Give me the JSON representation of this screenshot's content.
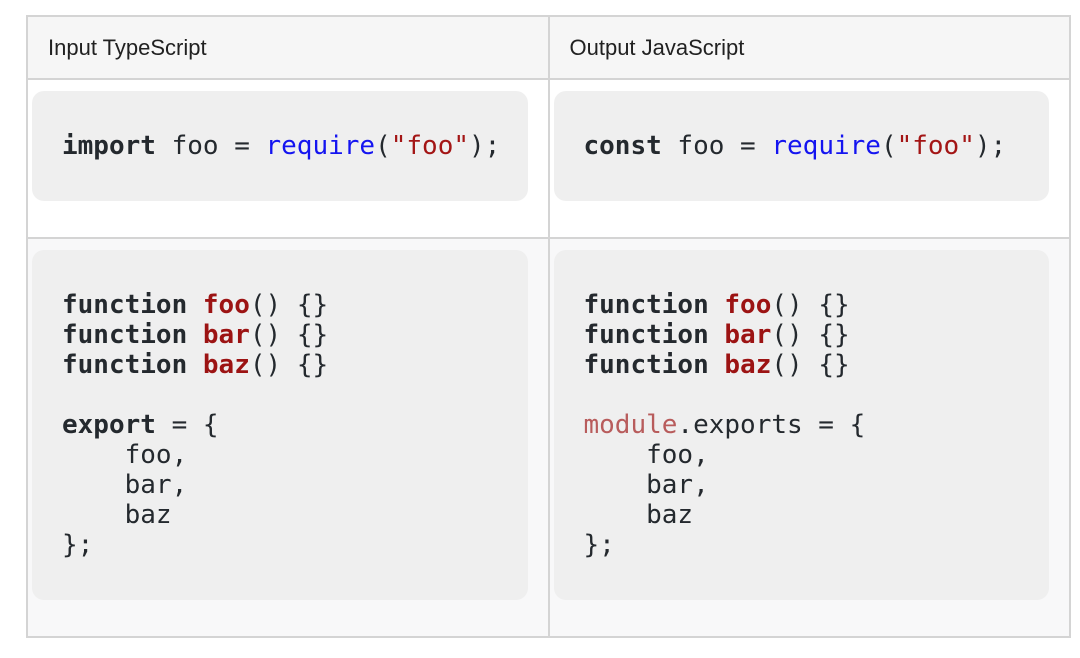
{
  "colors": {
    "code-default": "#24292e",
    "keyword": "#24292e",
    "function-name": "#9c1313",
    "function-call": "#1414f0",
    "string": "#a31515",
    "module-ref": "#b85c5c",
    "code-block-bg": "#efefef",
    "header-bg": "#f6f6f6",
    "row-alt-bg": "#f8f8f9",
    "border": "#d4d4d4"
  },
  "table": {
    "headers": [
      {
        "label": "Input TypeScript"
      },
      {
        "label": "Output JavaScript"
      }
    ],
    "rows": [
      {
        "cells": [
          {
            "code": [
              [
                {
                  "t": "import",
                  "c": "kw"
                },
                {
                  "t": " foo = ",
                  "c": "pl"
                },
                {
                  "t": "require",
                  "c": "call"
                },
                {
                  "t": "(",
                  "c": "pl"
                },
                {
                  "t": "\"foo\"",
                  "c": "str"
                },
                {
                  "t": ");",
                  "c": "pl"
                }
              ]
            ]
          },
          {
            "code": [
              [
                {
                  "t": "const",
                  "c": "kw"
                },
                {
                  "t": " foo = ",
                  "c": "pl"
                },
                {
                  "t": "require",
                  "c": "call"
                },
                {
                  "t": "(",
                  "c": "pl"
                },
                {
                  "t": "\"foo\"",
                  "c": "str"
                },
                {
                  "t": ");",
                  "c": "pl"
                }
              ]
            ]
          }
        ]
      },
      {
        "cells": [
          {
            "code": [
              [
                {
                  "t": "function",
                  "c": "kw"
                },
                {
                  "t": " ",
                  "c": "pl"
                },
                {
                  "t": "foo",
                  "c": "fn"
                },
                {
                  "t": "() {}",
                  "c": "pl"
                }
              ],
              [
                {
                  "t": "function",
                  "c": "kw"
                },
                {
                  "t": " ",
                  "c": "pl"
                },
                {
                  "t": "bar",
                  "c": "fn"
                },
                {
                  "t": "() {}",
                  "c": "pl"
                }
              ],
              [
                {
                  "t": "function",
                  "c": "kw"
                },
                {
                  "t": " ",
                  "c": "pl"
                },
                {
                  "t": "baz",
                  "c": "fn"
                },
                {
                  "t": "() {}",
                  "c": "pl"
                }
              ],
              [],
              [
                {
                  "t": "export",
                  "c": "kw"
                },
                {
                  "t": " = {",
                  "c": "pl"
                }
              ],
              [
                {
                  "t": "    foo,",
                  "c": "pl"
                }
              ],
              [
                {
                  "t": "    bar,",
                  "c": "pl"
                }
              ],
              [
                {
                  "t": "    baz",
                  "c": "pl"
                }
              ],
              [
                {
                  "t": "};",
                  "c": "pl"
                }
              ]
            ]
          },
          {
            "code": [
              [
                {
                  "t": "function",
                  "c": "kw"
                },
                {
                  "t": " ",
                  "c": "pl"
                },
                {
                  "t": "foo",
                  "c": "fn"
                },
                {
                  "t": "() {}",
                  "c": "pl"
                }
              ],
              [
                {
                  "t": "function",
                  "c": "kw"
                },
                {
                  "t": " ",
                  "c": "pl"
                },
                {
                  "t": "bar",
                  "c": "fn"
                },
                {
                  "t": "() {}",
                  "c": "pl"
                }
              ],
              [
                {
                  "t": "function",
                  "c": "kw"
                },
                {
                  "t": " ",
                  "c": "pl"
                },
                {
                  "t": "baz",
                  "c": "fn"
                },
                {
                  "t": "() {}",
                  "c": "pl"
                }
              ],
              [],
              [
                {
                  "t": "module",
                  "c": "mod"
                },
                {
                  "t": ".exports = {",
                  "c": "pl"
                }
              ],
              [
                {
                  "t": "    foo,",
                  "c": "pl"
                }
              ],
              [
                {
                  "t": "    bar,",
                  "c": "pl"
                }
              ],
              [
                {
                  "t": "    baz",
                  "c": "pl"
                }
              ],
              [
                {
                  "t": "};",
                  "c": "pl"
                }
              ]
            ]
          }
        ]
      }
    ]
  }
}
